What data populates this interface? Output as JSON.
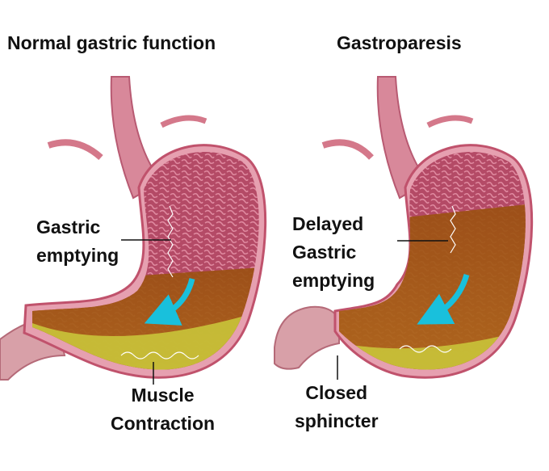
{
  "panels": {
    "normal": {
      "title": "Normal gastric function",
      "label_emptying": [
        "Gastric",
        "emptying"
      ],
      "label_contraction": [
        "Muscle",
        "Contraction"
      ]
    },
    "gastroparesis": {
      "title": "Gastroparesis",
      "label_emptying": [
        "Delayed",
        "Gastric",
        "emptying"
      ],
      "label_sphincter": [
        "Closed",
        "sphincter"
      ]
    }
  },
  "colors": {
    "stomach_wall": "#c9576e",
    "mucosa": "#b8486a",
    "food": "#a85a18",
    "liquid": "#c9c43a",
    "arrow": "#19c0dc"
  }
}
